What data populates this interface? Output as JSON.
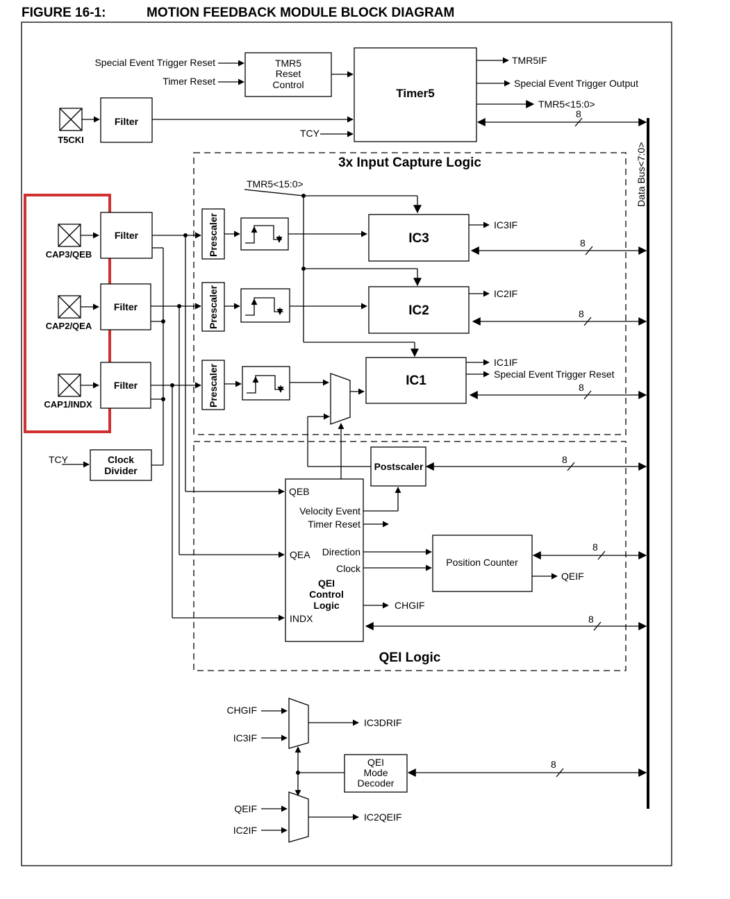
{
  "figure": {
    "number": "FIGURE 16-1:",
    "title": "MOTION FEEDBACK MODULE BLOCK DIAGRAM"
  },
  "inputs": {
    "special_event_trigger_reset": "Special Event Trigger Reset",
    "timer_reset": "Timer Reset",
    "t5cki": "T5CKI",
    "tcy": "TCY",
    "tmr5_bus": "TMR5<15:0>",
    "cap3": "CAP3/QEB",
    "cap2": "CAP2/QEA",
    "cap1": "CAP1/INDX",
    "tcy2": "TCY",
    "chgif_in": "CHGIF",
    "ic3if_in": "IC3IF",
    "qeif_in": "QEIF",
    "ic2if_in": "IC2IF"
  },
  "blocks": {
    "tmr5_reset_control": [
      "TMR5",
      "Reset",
      "Control"
    ],
    "timer5": "Timer5",
    "filter": "Filter",
    "prescaler": "Prescaler",
    "ic3": "IC3",
    "ic2": "IC2",
    "ic1": "IC1",
    "clock_divider": [
      "Clock",
      "Divider"
    ],
    "postscaler": "Postscaler",
    "position_counter": "Position Counter",
    "qei_control_logic": [
      "QEI",
      "Control",
      "Logic"
    ],
    "qei_mode_decoder": [
      "QEI",
      "Mode",
      "Decoder"
    ]
  },
  "outputs": {
    "tmr5if": "TMR5IF",
    "special_event_trigger_output": "Special Event Trigger Output",
    "tmr5_out": "TMR5<15:0>",
    "ic3if": "IC3IF",
    "ic2if": "IC2IF",
    "ic1if": "IC1IF",
    "special_event_trigger_reset": "Special Event Trigger Reset",
    "qeif": "QEIF",
    "chgif": "CHGIF",
    "ic3drif": "IC3DRIF",
    "ic2qeif": "IC2QEIF"
  },
  "qei_ports": {
    "qeb": "QEB",
    "qea": "QEA",
    "indx": "INDX",
    "velocity_event": "Velocity Event",
    "timer_reset": "Timer Reset",
    "direction": "Direction",
    "clock": "Clock"
  },
  "sections": {
    "input_capture": "3x Input Capture Logic",
    "qei": "QEI Logic"
  },
  "data_bus": "Data Bus<7:0>",
  "bus_width": "8",
  "colors": {
    "highlight": "#d03030",
    "line": "#000000"
  }
}
